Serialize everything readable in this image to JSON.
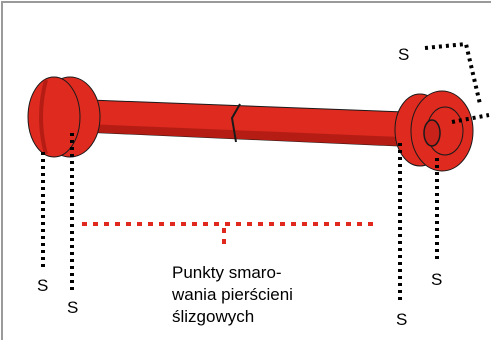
{
  "diagram": {
    "point_marker": "S",
    "caption_lines": [
      "Punkty smaro-",
      "wania pierścieni",
      "ślizgowych"
    ],
    "colors": {
      "shaft_fill": "#de2a1f",
      "shaft_shade": "#b51d14",
      "outline": "#1a1a1a",
      "marker_line": "#000000",
      "caption_line": "#e0281e",
      "frame": "#9a9a9a"
    }
  }
}
